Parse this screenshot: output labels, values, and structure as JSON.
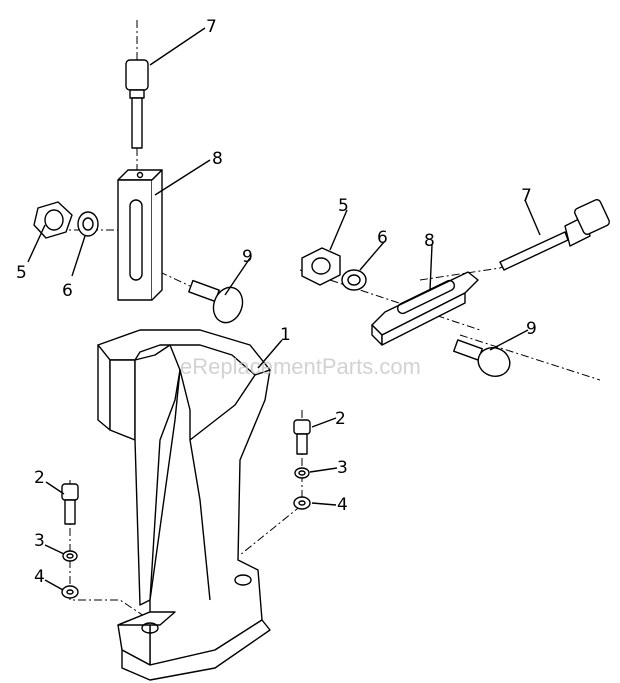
{
  "watermark": "eReplacementParts.com",
  "callouts": {
    "top_screw": "7",
    "top_clamp": "8",
    "left_nut": "5",
    "left_washer": "6",
    "left_bolt": "9",
    "right_nut": "5",
    "right_washer": "6",
    "right_clamp": "8",
    "right_screw": "7",
    "right_bolt": "9",
    "bracket": "1",
    "right_cap_screw": "2",
    "right_lock_washer": "3",
    "right_flat_washer": "4",
    "left_cap_screw": "2",
    "left_lock_washer": "3",
    "left_flat_washer": "4"
  }
}
